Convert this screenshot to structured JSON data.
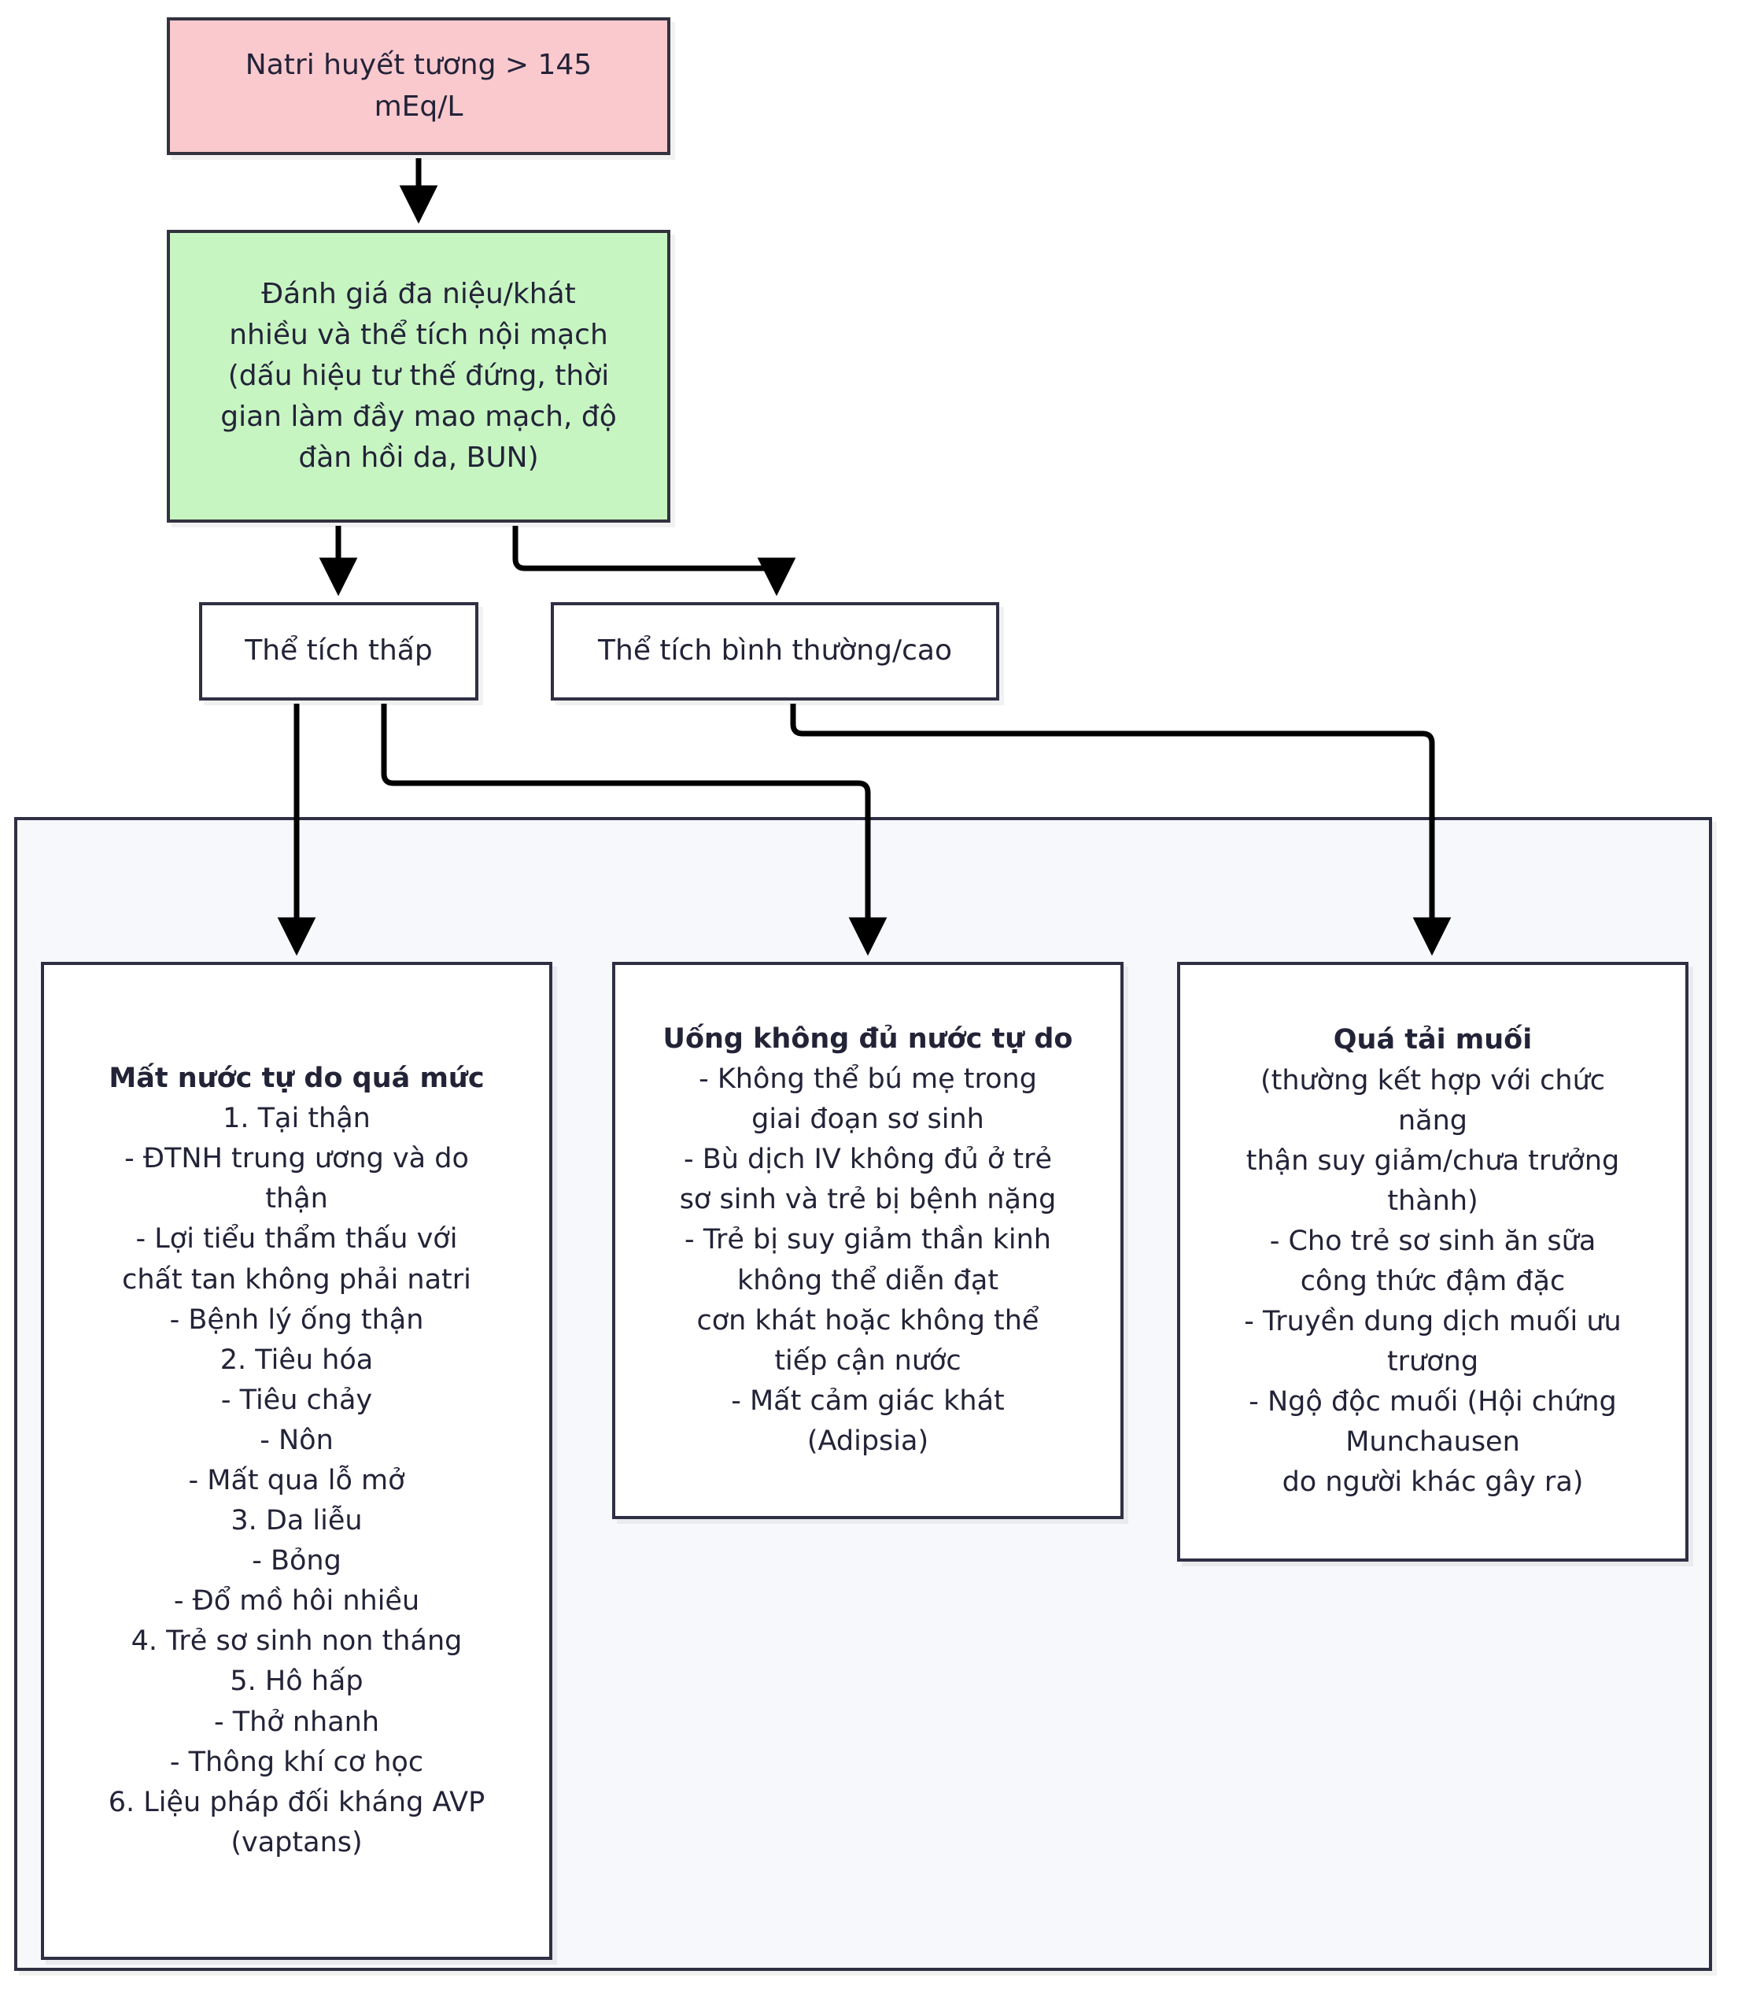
{
  "diagram": {
    "title": "Phac do tiep can tang natri mau",
    "colors": {
      "start_fill": "#f9c9ce",
      "assess_fill": "#c7f5c2",
      "node_fill": "#ffffff",
      "group_fill": "#f7f8fb",
      "stroke": "#2f2f44",
      "text": "#232338"
    },
    "nodes": {
      "start": {
        "name": "plasma-sodium-threshold",
        "lines": [
          "Natri huyết tương > 145",
          "mEq/L"
        ]
      },
      "assess": {
        "name": "assessment-step",
        "lines": [
          "Đánh giá đa niệu/khát",
          "nhiều và thể tích nội mạch",
          "(dấu hiệu tư thế đứng, thời",
          "gian làm đầy mao mạch, độ",
          "đàn hồi da, BUN)"
        ]
      },
      "low_volume": {
        "name": "low-volume-branch",
        "lines": [
          "Thể tích thấp"
        ]
      },
      "normal_high_volume": {
        "name": "normal-high-volume-branch",
        "lines": [
          "Thể tích bình thường/cao"
        ]
      },
      "cause_excess_water_loss": {
        "name": "excess-free-water-loss",
        "title": "Mất nước tự do quá mức",
        "lines": [
          "1. Tại thận",
          "- ĐTNH trung ương và do",
          "thận",
          "- Lợi tiểu thẩm thấu với",
          "chất tan không phải natri",
          "- Bệnh lý ống thận",
          "2. Tiêu hóa",
          "- Tiêu chảy",
          "- Nôn",
          "- Mất qua lỗ mở",
          "3. Da liễu",
          "- Bỏng",
          "- Đổ mồ hôi nhiều",
          "4. Trẻ sơ sinh non tháng",
          "5. Hô hấp",
          "- Thở nhanh",
          "- Thông khí cơ học",
          "6. Liệu pháp đối kháng AVP",
          "(vaptans)"
        ]
      },
      "cause_inadequate_intake": {
        "name": "inadequate-free-water-intake",
        "title": "Uống không đủ nước tự do",
        "lines": [
          "- Không thể bú mẹ trong",
          "giai đoạn sơ sinh",
          "- Bù dịch IV không đủ ở trẻ",
          "sơ sinh và trẻ bị bệnh nặng",
          "- Trẻ bị suy giảm thần kinh",
          "không thể diễn đạt",
          "cơn khát hoặc không thể",
          "tiếp cận nước",
          "- Mất cảm giác khát",
          "(Adipsia)"
        ]
      },
      "cause_salt_overload": {
        "name": "salt-overload",
        "title": "Quá tải muối",
        "lines": [
          "(thường kết hợp với chức",
          "năng",
          "thận suy giảm/chưa trưởng",
          "thành)",
          "- Cho trẻ sơ sinh ăn sữa",
          "công thức đậm đặc",
          "- Truyền dung dịch muối ưu",
          "trương",
          "- Ngộ độc muối (Hội chứng",
          "Munchausen",
          "do người khác gây ra)"
        ]
      }
    },
    "edges": [
      {
        "name": "edge-start-to-assess",
        "from": "start",
        "to": "assess"
      },
      {
        "name": "edge-assess-to-low-volume",
        "from": "assess",
        "to": "low_volume"
      },
      {
        "name": "edge-assess-to-normal-high-volume",
        "from": "assess",
        "to": "normal_high_volume"
      },
      {
        "name": "edge-low-volume-to-excess-water-loss",
        "from": "low_volume",
        "to": "cause_excess_water_loss"
      },
      {
        "name": "edge-low-volume-to-inadequate-intake",
        "from": "low_volume",
        "to": "cause_inadequate_intake"
      },
      {
        "name": "edge-normal-high-volume-to-inadequate-intake",
        "from": "normal_high_volume",
        "to": "cause_inadequate_intake"
      },
      {
        "name": "edge-normal-high-volume-to-salt-overload",
        "from": "normal_high_volume",
        "to": "cause_salt_overload"
      }
    ]
  }
}
